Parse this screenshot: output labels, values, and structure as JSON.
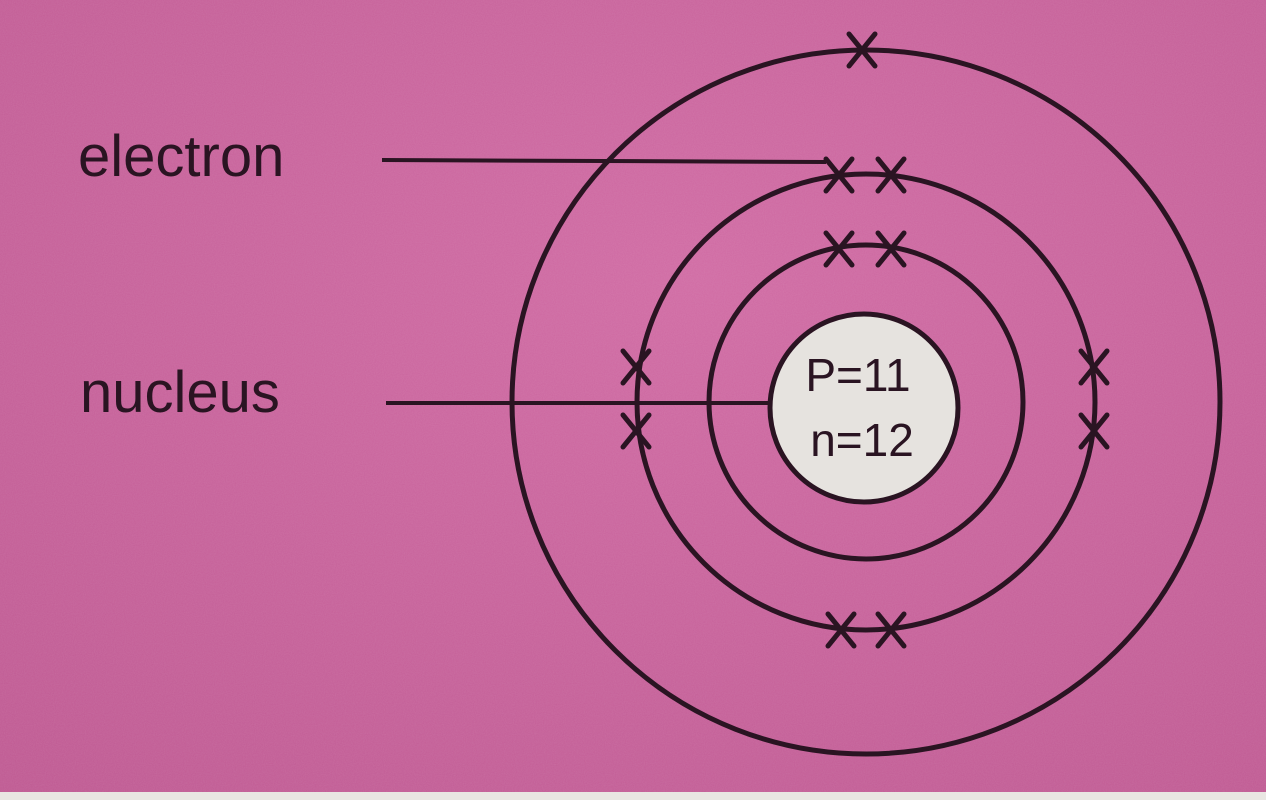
{
  "labels": {
    "electron": "electron",
    "nucleus": "nucleus"
  },
  "nucleus": {
    "protons": "P=11",
    "neutrons": "n=12"
  },
  "shells": [
    {
      "name": "first shell",
      "electrons": 2
    },
    {
      "name": "second shell",
      "electrons": 8
    },
    {
      "name": "third shell",
      "electrons": 1
    }
  ],
  "colors": {
    "background": "#c9619a",
    "ink": "#2a1422",
    "nucleus_fill": "#e6e3df"
  }
}
